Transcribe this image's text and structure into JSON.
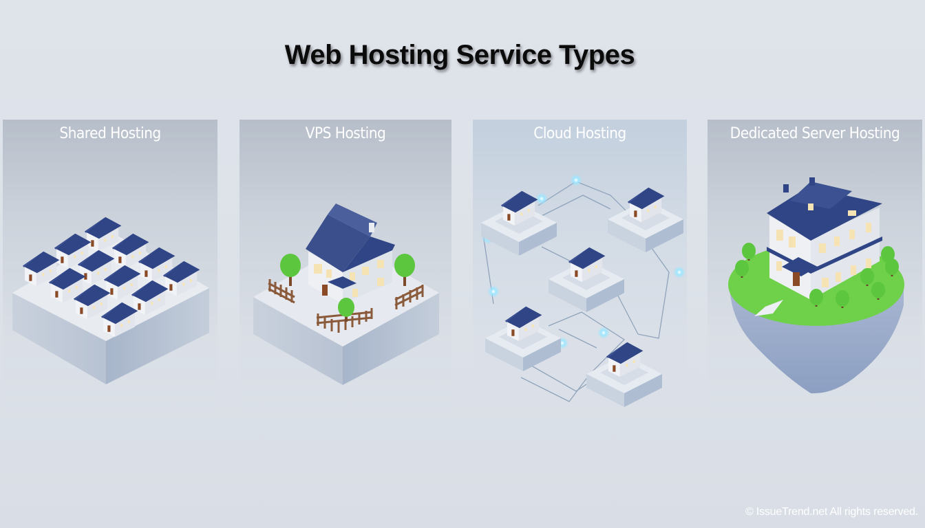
{
  "title": "Web Hosting Service Types",
  "panels": [
    {
      "id": "shared",
      "label": "Shared Hosting",
      "illustration": "many-houses-on-one-block"
    },
    {
      "id": "vps",
      "label": "VPS Hosting",
      "illustration": "house-with-fenced-yard"
    },
    {
      "id": "cloud",
      "label": "Cloud Hosting",
      "illustration": "networked-houses"
    },
    {
      "id": "dedicated",
      "label": "Dedicated Server Hosting",
      "illustration": "mansion-on-floating-island"
    }
  ],
  "footer": "© IssueTrend.net All rights reserved.",
  "colors": {
    "background": "#dde2e9",
    "roof": "#2f4585",
    "wall": "#f2f3f6",
    "door": "#8a4a26",
    "window": "#f6e3b4",
    "grass": "#6fd14a",
    "tree": "#5cc63e",
    "fence": "#8a5a3a",
    "block": "#c7d0de",
    "glow": "#8fe0ff"
  }
}
